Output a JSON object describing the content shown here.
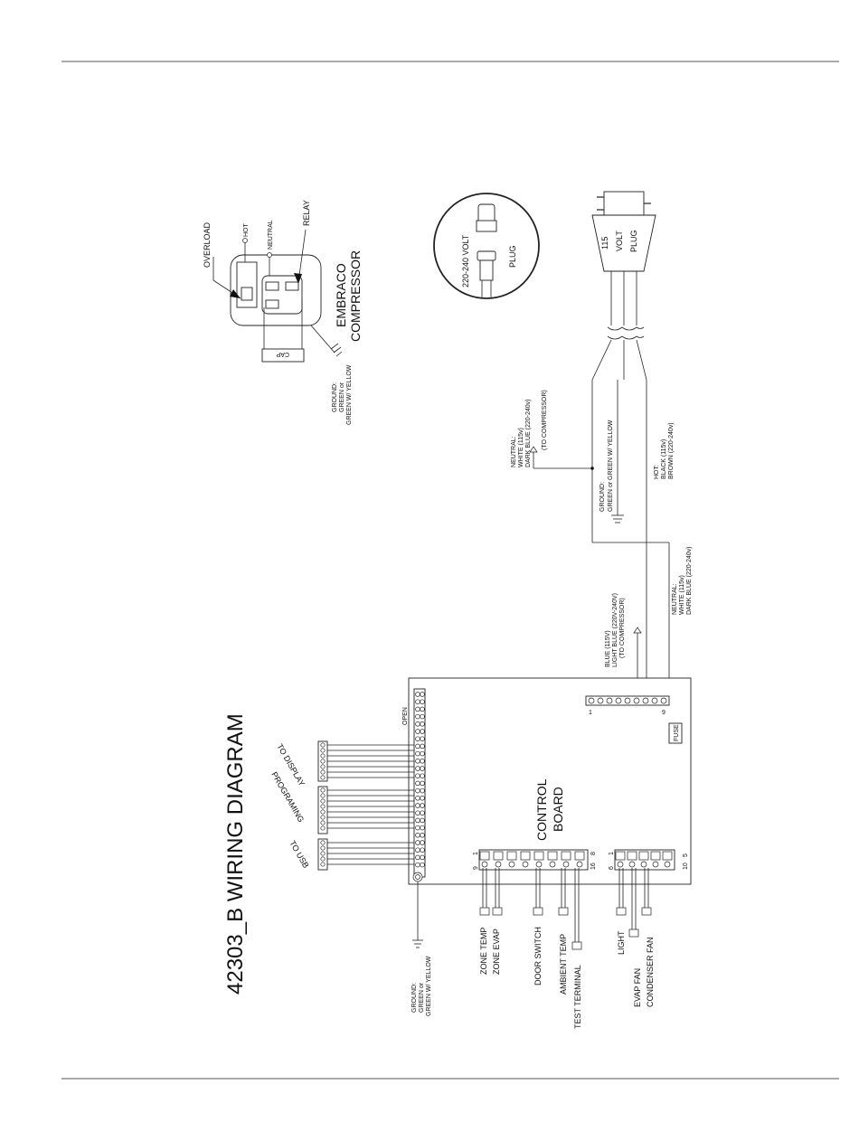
{
  "title": "42303_B WIRING DIAGRAM",
  "compressor": {
    "overload": "OVERLOAD",
    "hot": "HOT",
    "neutral": "NEUTRAL",
    "relay": "RELAY",
    "cap": "CAP",
    "name_line1": "EMBRACO",
    "name_line2": "COMPRESSOR",
    "ground": [
      "GROUND:",
      "GREEN or",
      "GREEN W/ YELLOW"
    ]
  },
  "plugs": {
    "p220_line1": "220-240 VOLT",
    "p220_line2": "PLUG",
    "p115_line1": "115",
    "p115_line2": "VOLT",
    "p115_line3": "PLUG"
  },
  "cord": {
    "neutral_comp": [
      "NEUTRAL:",
      "WHITE (115v)",
      "DARK BLUE (220-240v)",
      "(TO COMPRESSOR)"
    ],
    "ground": [
      "GROUND:",
      "GREEN  or GREEN W/ YELLOW"
    ],
    "hot": [
      "HOT:",
      "BLACK (115v)",
      "BROWN (220-240v)"
    ],
    "neutral_board": [
      "NEUTRAL:",
      "WHITE (115v)",
      "DARK BLUE (220-240v)"
    ],
    "blue_comp": [
      "BLUE (115V)",
      "LIGHT BLUE (220V-240V)",
      "(TO COMPRESSOR)"
    ]
  },
  "board": {
    "label_line1": "CONTROL",
    "label_line2": "BOARD",
    "open": "OPEN",
    "fuse": "FUSE",
    "to_display": "TO DISPLAY",
    "programming": "PROGRAMING",
    "to_usb": "TO USB",
    "ground": [
      "GROUND:",
      "GREEN or",
      "GREEN W/ YELLOW"
    ],
    "pin_1": "1",
    "pin_8": "8",
    "pin_9": "9",
    "pin_16": "16",
    "pin_6": "6",
    "pin_10": "10",
    "pin_5": "5"
  },
  "connectors": {
    "zone_temp": "ZONE TEMP",
    "zone_evap": "ZONE EVAP",
    "door_switch": "DOOR SWITCH",
    "ambient_temp": "AMBIENT TEMP",
    "test_terminal": "TEST TERMINAL",
    "light": "LIGHT",
    "evap_fan": "EVAP FAN",
    "condenser_fan": "CONDENSER FAN"
  }
}
